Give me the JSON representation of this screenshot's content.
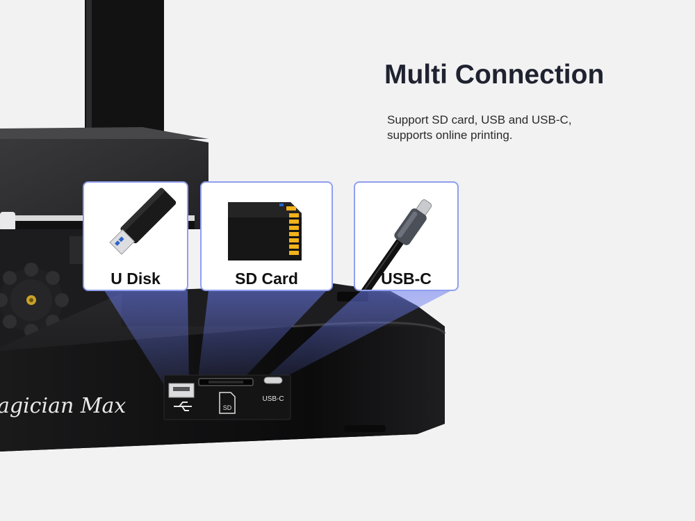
{
  "heading": {
    "title": "Multi Connection"
  },
  "description": {
    "line1": "Support SD card, USB and USB-C,",
    "line2": "supports online printing."
  },
  "features": [
    {
      "label": "U Disk",
      "icon": "usb-flash-drive-icon"
    },
    {
      "label": "SD Card",
      "icon": "sd-card-icon"
    },
    {
      "label": "USB-C",
      "icon": "usb-c-cable-icon"
    }
  ],
  "printer": {
    "brand_text": "agician Max",
    "port_labels": {
      "usbc": "USB-C",
      "sd": "SD"
    }
  },
  "colors": {
    "accent": "#8f9ff0",
    "beam": "#6b7cf0",
    "printer_body": "#161617",
    "background": "#f2f2f3",
    "sd_contacts": "#f2b21a"
  }
}
